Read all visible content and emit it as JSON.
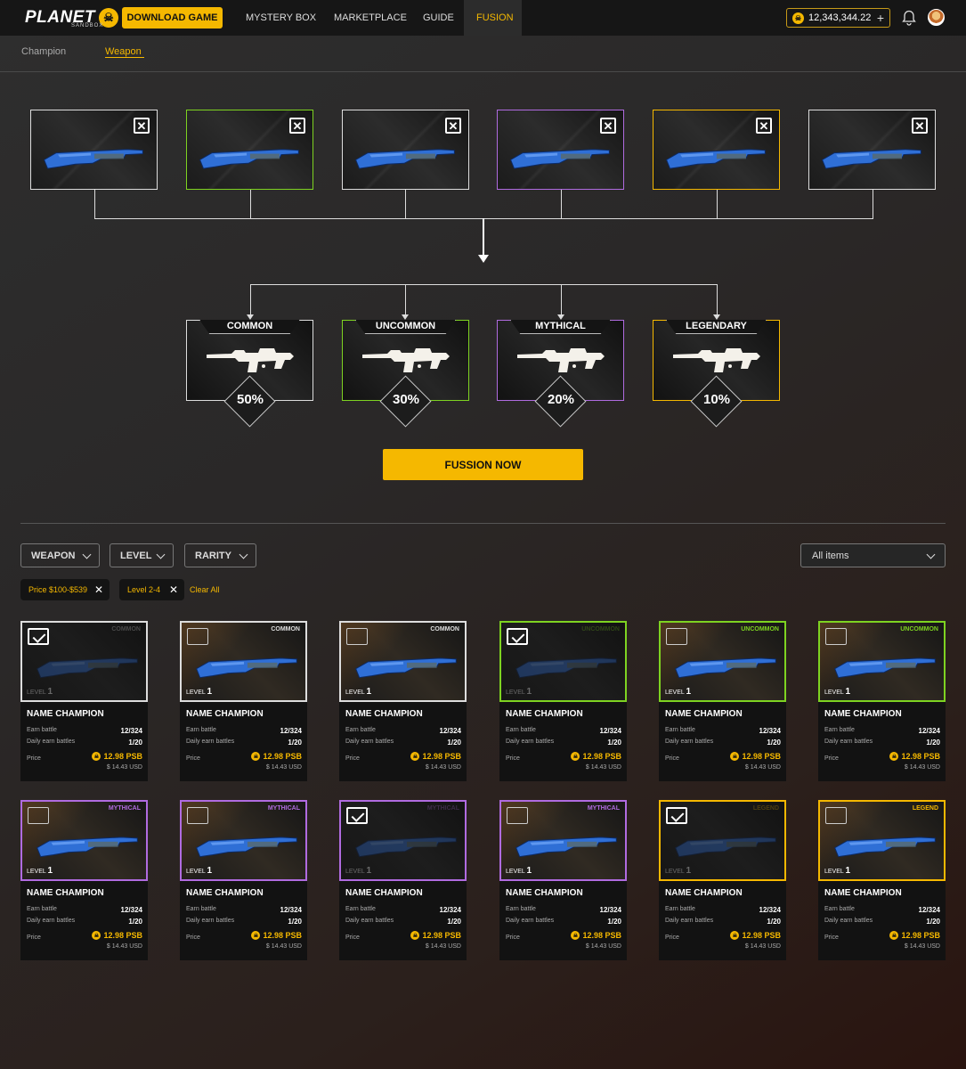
{
  "header": {
    "logo_text": "PLANET",
    "logo_sub": "SANDBOX",
    "download_label": "DOWNLOAD GAME",
    "nav": [
      "MYSTERY BOX",
      "MARKETPLACE",
      "GUIDE",
      "FUSION"
    ],
    "active_nav": "FUSION",
    "balance": "12,343,344.22"
  },
  "subtabs": {
    "items": [
      "Champion",
      "Weapon"
    ],
    "active": "Weapon"
  },
  "fusion": {
    "slots": [
      {
        "rarity_color": "#dddddd"
      },
      {
        "rarity_color": "#7ed321"
      },
      {
        "rarity_color": "#dddddd"
      },
      {
        "rarity_color": "#b06be0"
      },
      {
        "rarity_color": "#f5b800"
      },
      {
        "rarity_color": "#dddddd"
      }
    ],
    "results": [
      {
        "label": "COMMON",
        "chance": "50%",
        "color": "#dddddd"
      },
      {
        "label": "UNCOMMON",
        "chance": "30%",
        "color": "#7ed321"
      },
      {
        "label": "MYTHICAL",
        "chance": "20%",
        "color": "#b06be0"
      },
      {
        "label": "LEGENDARY",
        "chance": "10%",
        "color": "#f5b800"
      }
    ],
    "button_label": "FUSSION NOW"
  },
  "filters": {
    "dropdowns": [
      "WEAPON",
      "LEVEL",
      "RARITY"
    ],
    "sort": "All items",
    "chips": [
      "Price $100-$539",
      "Level 2-4"
    ],
    "clear_all": "Clear All"
  },
  "card_labels": {
    "name": "NAME CHAMPION",
    "earn_battle": "Earn battle",
    "daily_earn": "Daily earn battles",
    "price": "Price",
    "level_prefix": "LEVEL"
  },
  "items": [
    {
      "rarity": "COMMON",
      "color": "#dddddd",
      "selected": true,
      "level": "1",
      "earn": "12/324",
      "daily": "1/20",
      "price": "12.98 PSB",
      "usd": "$ 14.43 USD"
    },
    {
      "rarity": "COMMON",
      "color": "#dddddd",
      "selected": false,
      "level": "1",
      "earn": "12/324",
      "daily": "1/20",
      "price": "12.98 PSB",
      "usd": "$ 14.43 USD"
    },
    {
      "rarity": "COMMON",
      "color": "#dddddd",
      "selected": false,
      "level": "1",
      "earn": "12/324",
      "daily": "1/20",
      "price": "12.98 PSB",
      "usd": "$ 14.43 USD"
    },
    {
      "rarity": "UNCOMMON",
      "color": "#7ed321",
      "selected": true,
      "level": "1",
      "earn": "12/324",
      "daily": "1/20",
      "price": "12.98 PSB",
      "usd": "$ 14.43 USD"
    },
    {
      "rarity": "UNCOMMON",
      "color": "#7ed321",
      "selected": false,
      "level": "1",
      "earn": "12/324",
      "daily": "1/20",
      "price": "12.98 PSB",
      "usd": "$ 14.43 USD"
    },
    {
      "rarity": "UNCOMMON",
      "color": "#7ed321",
      "selected": false,
      "level": "1",
      "earn": "12/324",
      "daily": "1/20",
      "price": "12.98 PSB",
      "usd": "$ 14.43 USD"
    },
    {
      "rarity": "MYTHICAL",
      "color": "#b06be0",
      "selected": false,
      "level": "1",
      "earn": "12/324",
      "daily": "1/20",
      "price": "12.98 PSB",
      "usd": "$ 14.43 USD"
    },
    {
      "rarity": "MYTHICAL",
      "color": "#b06be0",
      "selected": false,
      "level": "1",
      "earn": "12/324",
      "daily": "1/20",
      "price": "12.98 PSB",
      "usd": "$ 14.43 USD"
    },
    {
      "rarity": "MYTHICAL",
      "color": "#b06be0",
      "selected": true,
      "level": "1",
      "earn": "12/324",
      "daily": "1/20",
      "price": "12.98 PSB",
      "usd": "$ 14.43 USD"
    },
    {
      "rarity": "MYTHICAL",
      "color": "#b06be0",
      "selected": false,
      "level": "1",
      "earn": "12/324",
      "daily": "1/20",
      "price": "12.98 PSB",
      "usd": "$ 14.43 USD"
    },
    {
      "rarity": "LEGEND",
      "color": "#f5b800",
      "selected": true,
      "level": "1",
      "earn": "12/324",
      "daily": "1/20",
      "price": "12.98 PSB",
      "usd": "$ 14.43 USD"
    },
    {
      "rarity": "LEGEND",
      "color": "#f5b800",
      "selected": false,
      "level": "1",
      "earn": "12/324",
      "daily": "1/20",
      "price": "12.98 PSB",
      "usd": "$ 14.43 USD"
    }
  ]
}
